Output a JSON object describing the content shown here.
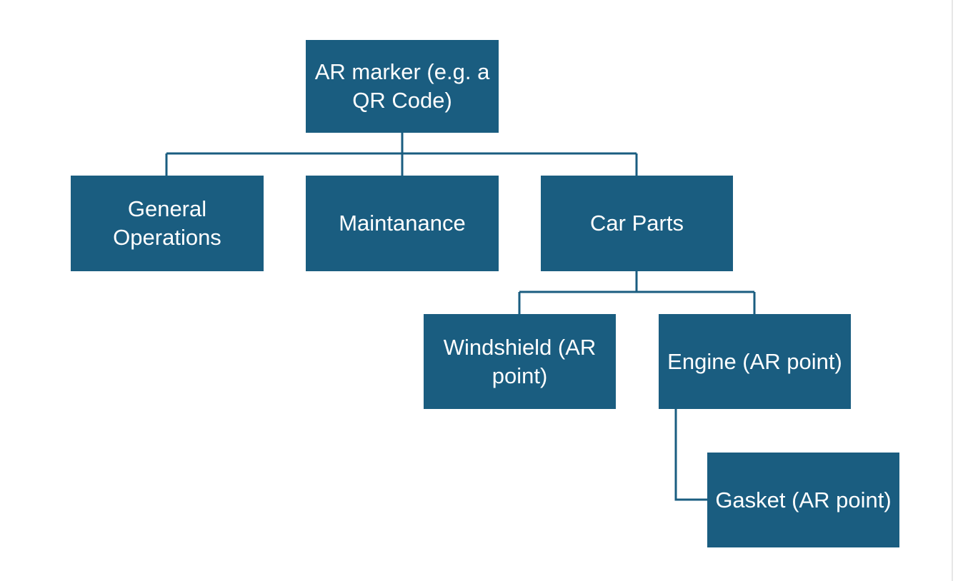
{
  "diagram": {
    "type": "hierarchy",
    "node_color": "#1a5d80",
    "line_color": "#1a5d80",
    "nodes": {
      "root": "AR marker (e.g. a QR Code)",
      "general_operations": "General Operations",
      "maintanance": "Maintanance",
      "car_parts": "Car Parts",
      "windshield": "Windshield (AR point)",
      "engine": "Engine (AR point)",
      "gasket": "Gasket (AR point)"
    },
    "edges": [
      [
        "root",
        "general_operations"
      ],
      [
        "root",
        "maintanance"
      ],
      [
        "root",
        "car_parts"
      ],
      [
        "car_parts",
        "windshield"
      ],
      [
        "car_parts",
        "engine"
      ],
      [
        "engine",
        "gasket"
      ]
    ]
  }
}
